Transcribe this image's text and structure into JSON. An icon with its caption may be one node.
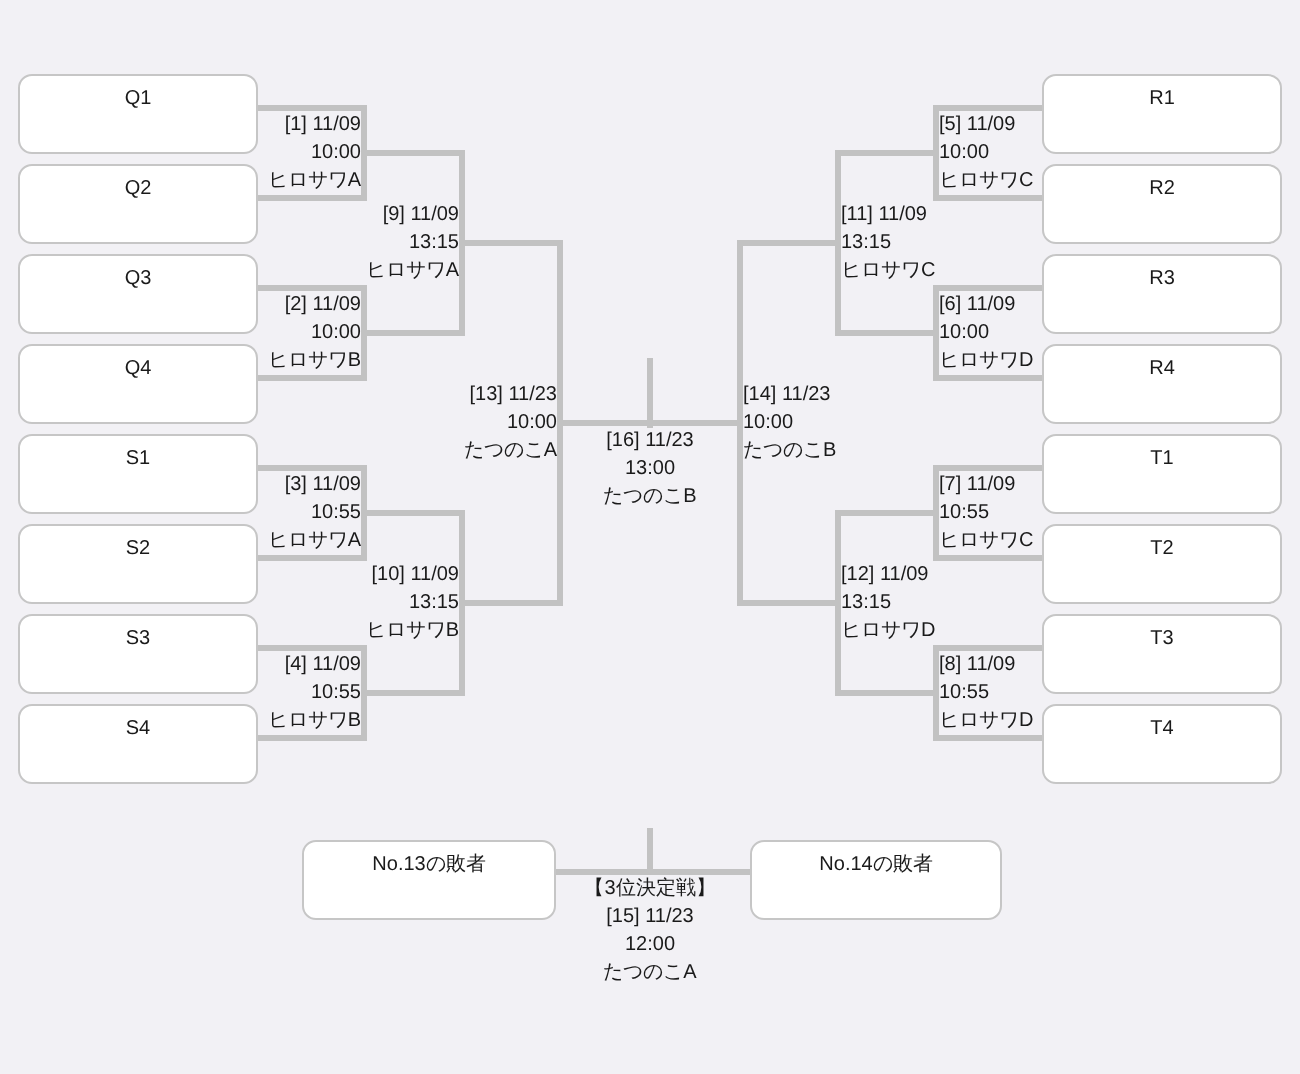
{
  "diagram": {
    "nodes": [
      {
        "text": [
          "Q1"
        ]
      },
      {
        "text": [
          "Q2"
        ]
      },
      {
        "text": [
          "Q3"
        ]
      },
      {
        "text": [
          "Q4"
        ]
      },
      {
        "text": [
          "S1"
        ]
      },
      {
        "text": [
          "S2"
        ]
      },
      {
        "text": [
          "S3"
        ]
      },
      {
        "text": [
          "S4"
        ]
      },
      {
        "text": [
          "R1"
        ]
      },
      {
        "text": [
          "R2"
        ]
      },
      {
        "text": [
          "R3"
        ]
      },
      {
        "text": [
          "R4"
        ]
      },
      {
        "text": [
          "T1"
        ]
      },
      {
        "text": [
          "T2"
        ]
      },
      {
        "text": [
          "T3"
        ]
      },
      {
        "text": [
          "T4"
        ]
      },
      {
        "text": [
          "[1] 11/09",
          "10:00",
          "ヒロサワA"
        ]
      },
      {
        "text": [
          "[2] 11/09",
          "10:00",
          "ヒロサワB"
        ]
      },
      {
        "text": [
          "[3] 11/09",
          "10:55",
          "ヒロサワA"
        ]
      },
      {
        "text": [
          "[4] 11/09",
          "10:55",
          "ヒロサワB"
        ]
      },
      {
        "text": [
          "[5] 11/09",
          "10:00",
          "ヒロサワC"
        ]
      },
      {
        "text": [
          "[6] 11/09",
          "10:00",
          "ヒロサワD"
        ]
      },
      {
        "text": [
          "[7] 11/09",
          "10:55",
          "ヒロサワC"
        ]
      },
      {
        "text": [
          "[8] 11/09",
          "10:55",
          "ヒロサワD"
        ]
      },
      {
        "text": [
          "[9] 11/09",
          "13:15",
          "ヒロサワA"
        ]
      },
      {
        "text": [
          "[10] 11/09",
          "13:15",
          "ヒロサワB"
        ]
      },
      {
        "text": [
          "[11] 11/09",
          "13:15",
          "ヒロサワC"
        ]
      },
      {
        "text": [
          "[12] 11/09",
          "13:15",
          "ヒロサワD"
        ]
      },
      {
        "text": [
          "[13] 11/23",
          "10:00",
          "たつのこA"
        ]
      },
      {
        "text": [
          "[14] 11/23",
          "10:00",
          "たつのこB"
        ]
      },
      {
        "text": [
          "【3位決定戦】",
          "[15] 11/23",
          "12:00",
          "たつのこA"
        ]
      },
      {
        "text": [
          "[16] 11/23",
          "13:00",
          "たつのこB"
        ]
      },
      {
        "text": [
          "No.13の敗者"
        ]
      },
      {
        "text": [
          "No.14の敗者"
        ]
      }
    ],
    "edges": [
      {
        "from": 0,
        "to": 16,
        "arrow": "none"
      },
      {
        "from": 1,
        "to": 16,
        "arrow": "none"
      },
      {
        "from": 2,
        "to": 17,
        "arrow": "none"
      },
      {
        "from": 3,
        "to": 17,
        "arrow": "none"
      },
      {
        "from": 4,
        "to": 18,
        "arrow": "none"
      },
      {
        "from": 5,
        "to": 18,
        "arrow": "none"
      },
      {
        "from": 6,
        "to": 19,
        "arrow": "none"
      },
      {
        "from": 7,
        "to": 19,
        "arrow": "none"
      },
      {
        "from": 8,
        "to": 20,
        "arrow": "none"
      },
      {
        "from": 9,
        "to": 20,
        "arrow": "none"
      },
      {
        "from": 10,
        "to": 21,
        "arrow": "none"
      },
      {
        "from": 11,
        "to": 21,
        "arrow": "none"
      },
      {
        "from": 12,
        "to": 22,
        "arrow": "none"
      },
      {
        "from": 13,
        "to": 22,
        "arrow": "none"
      },
      {
        "from": 14,
        "to": 23,
        "arrow": "none"
      },
      {
        "from": 15,
        "to": 23,
        "arrow": "none"
      },
      {
        "from": 16,
        "to": 24,
        "arrow": "none"
      },
      {
        "from": 17,
        "to": 24,
        "arrow": "none"
      },
      {
        "from": 18,
        "to": 25,
        "arrow": "none"
      },
      {
        "from": 19,
        "to": 25,
        "arrow": "none"
      },
      {
        "from": 20,
        "to": 26,
        "arrow": "none"
      },
      {
        "from": 21,
        "to": 26,
        "arrow": "none"
      },
      {
        "from": 22,
        "to": 27,
        "arrow": "none"
      },
      {
        "from": 23,
        "to": 27,
        "arrow": "none"
      },
      {
        "from": 24,
        "to": 28,
        "arrow": "none"
      },
      {
        "from": 25,
        "to": 28,
        "arrow": "none"
      },
      {
        "from": 26,
        "to": 29,
        "arrow": "none"
      },
      {
        "from": 27,
        "to": 29,
        "arrow": "none"
      },
      {
        "from": 28,
        "to": 31,
        "arrow": "none"
      },
      {
        "from": 29,
        "to": 31,
        "arrow": "none"
      },
      {
        "from": 31,
        "to": null,
        "arrow": "none"
      },
      {
        "from": 32,
        "to": 30,
        "arrow": "none"
      },
      {
        "from": 33,
        "to": 30,
        "arrow": "none"
      },
      {
        "from": 30,
        "to": null,
        "arrow": "none"
      }
    ]
  }
}
